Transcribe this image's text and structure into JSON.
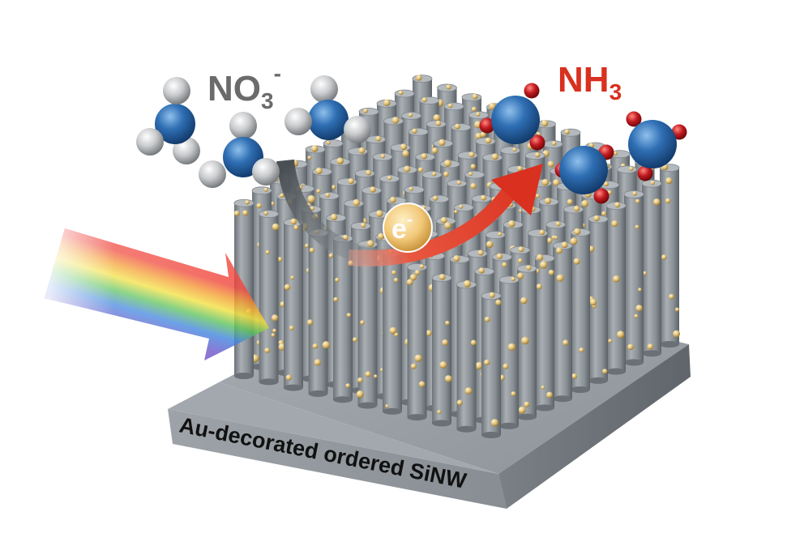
{
  "labels": {
    "reactant": "NO",
    "reactant_sub": "3",
    "reactant_sup": "-",
    "product": "NH",
    "product_sub": "3",
    "electron": "e",
    "electron_sup": "-",
    "substrate": "Au-decorated ordered SiNW"
  },
  "colors": {
    "reactant_text": "#6b6b6b",
    "product_text": "#d9301f",
    "nitrogen_atom": "#2f6fb4",
    "oxygen_atom": "#d0d2d4",
    "hydrogen_atom": "#b8141a",
    "nanowire": "#8a9196",
    "gold_particle": "#e2c27a",
    "gray_arrow": "#555a5f",
    "red_arrow": "#d9301f",
    "electron_badge": "#f2c879"
  },
  "icons": {
    "light_beam": "rainbow-light-beam-arrow",
    "substrate": "silicon-nanowire-array",
    "molecule_reactant": "nitrate-molecule",
    "molecule_product": "ammonia-molecule"
  }
}
